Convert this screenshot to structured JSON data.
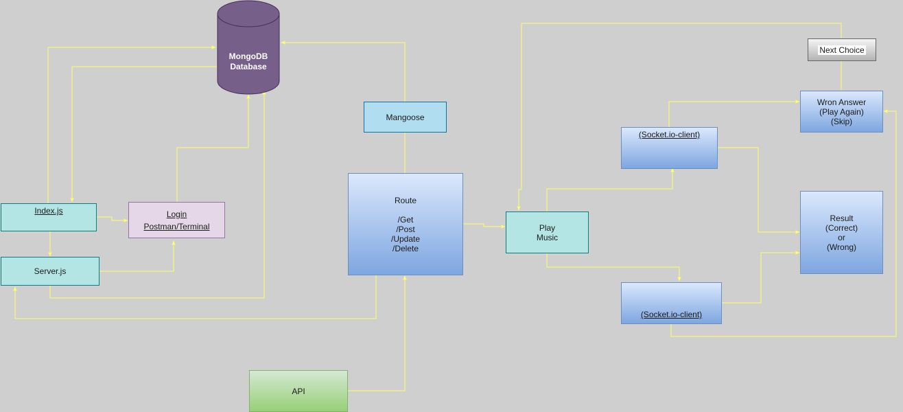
{
  "colors": {
    "canvas_background": "#cfcfcf",
    "connector": "#ffff66",
    "database_fill": "#76608a",
    "database_stroke": "#432d57"
  },
  "database": {
    "line1": "MongoDB",
    "line2": "Database"
  },
  "nodes": {
    "index_js": {
      "label": "Index.js"
    },
    "server_js": {
      "label": "Server.js"
    },
    "login": {
      "line1": "Login",
      "line2": "Postman/Terminal"
    },
    "mangoose": {
      "label": "Mangoose"
    },
    "route": {
      "title": "Route",
      "methods": [
        "/Get",
        "/Post",
        "/Update",
        "/Delete"
      ]
    },
    "api": {
      "label": "API"
    },
    "play_music": {
      "line1": "Play",
      "line2": "Music"
    },
    "socket_client_top": {
      "label": "(Socket.io-client)"
    },
    "socket_client_bottom": {
      "label": "(Socket.io-client)"
    },
    "wrong_answer": {
      "line1": "Wron Answer",
      "line2": "(Play Again)",
      "line3": "(Skip)"
    },
    "result": {
      "line1": "Result",
      "line2": "(Correct)",
      "line3": "or",
      "line4": "(Wrong)"
    },
    "next_choice": {
      "label": "Next Choice"
    }
  }
}
